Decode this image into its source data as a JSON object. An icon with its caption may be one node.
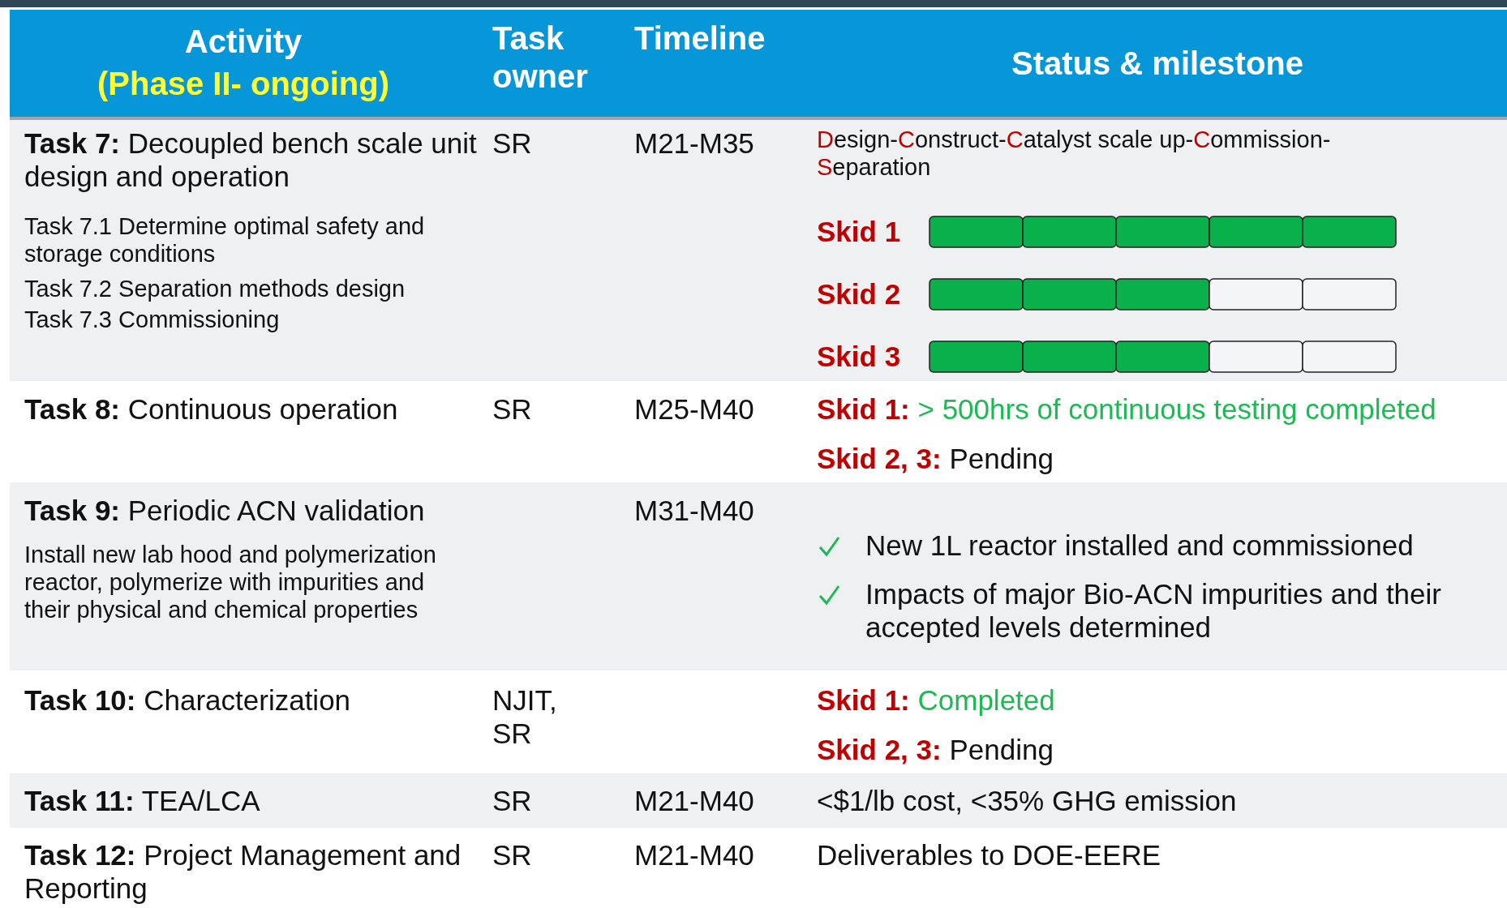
{
  "diagram": {
    "labels": [
      "Activity",
      "(Phase II- ongoing)",
      "Task owner",
      "Timeline",
      "Status & milestone",
      "**Task 7:** Decoupled bench scale unit design and operation",
      "Task 7.1 Determine optimal safety and storage conditions",
      "Task 7.2 Separation methods design",
      "Task 7.3 Commissioning",
      "SR",
      "M21-M35",
      "Design-Construct-Catalyst scale up-Commission-Separation",
      "Skid 1",
      "Skid 2",
      "Skid 3",
      "**Task 8:** Continuous operation",
      "SR",
      "M25-M40",
      "**Skid 1:** > 500hrs of continuous testing completed",
      "**Skid 2, 3:** Pending",
      "**Task 9:** Periodic ACN validation",
      "Install new lab hood and polymerization reactor,  polymerize with impurities and their physical and chemical properties",
      "M31-M40",
      "New 1L reactor installed and commissioned",
      "Impacts of major Bio-ACN impurities and their accepted levels determined",
      "**Task 10:** Characterization",
      "NJIT, SR",
      "**Skid 1:** Completed",
      "**Skid 2, 3:** Pending",
      "**Task 11:** TEA/LCA",
      "SR",
      "M21-M40",
      "<$1/lb cost, <35% GHG emission",
      "**Task 12:** Project Management and Reporting",
      "SR",
      "M21-M40",
      "Deliverables to DOE-EERE"
    ]
  }
}
